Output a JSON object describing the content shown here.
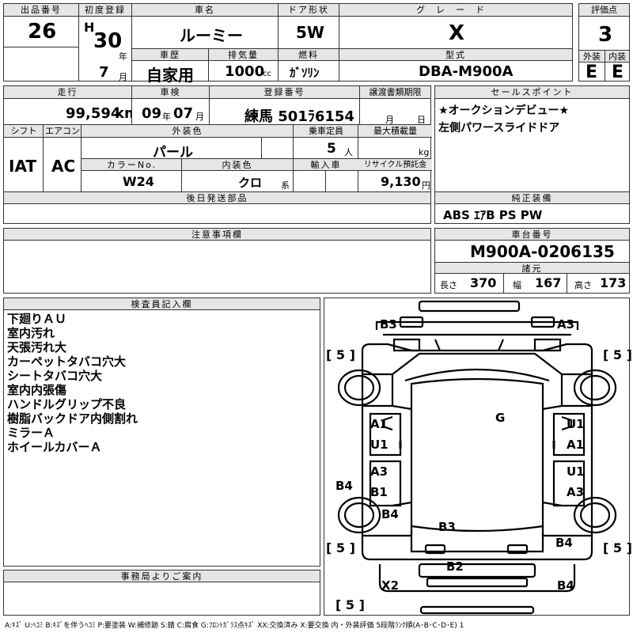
{
  "header": {
    "lot_label": "出品番号",
    "lot_value": "26",
    "first_reg_label": "初度登録",
    "era": "H",
    "year": "30",
    "year_unit": "年",
    "month": "7",
    "month_unit": "月",
    "car_name_label": "車名",
    "car_name": "ルーミー",
    "door_label": "ドア形状",
    "door": "5W",
    "grade_label": "グレード",
    "grade": "X",
    "score_label": "評価点",
    "score": "3",
    "history_label": "車歴",
    "history": "自家用",
    "displacement_label": "排気量",
    "displacement": "1000",
    "displacement_unit": "cc",
    "fuel_label": "燃料",
    "fuel": "ｶﾞｿﾘﾝ",
    "model_label": "型式",
    "model": "DBA-M900A",
    "exterior_label": "外装",
    "exterior": "E",
    "interior_label": "内装",
    "interior": "E"
  },
  "row2": {
    "mileage_label": "走行",
    "mileage": "99,594",
    "mileage_unit": "km",
    "inspection_label": "車検",
    "insp_year": "09",
    "insp_year_unit": "年",
    "insp_month": "07",
    "insp_month_unit": "月",
    "plate_label": "登録番号",
    "plate": "練馬 501ﾗ6154",
    "transfer_label": "譲渡書類期限",
    "transfer_month_unit": "月",
    "transfer_day_unit": "日",
    "shift_label": "シフト",
    "shift": "IAT",
    "ac_label": "エアコン",
    "ac": "AC",
    "color_label": "外装色",
    "color": "パール",
    "capacity_label": "乗車定員",
    "capacity": "5",
    "capacity_unit": "人",
    "load_label": "最大積載量",
    "load_unit": "kg",
    "color_no_label": "カラーNo.",
    "color_no": "W24",
    "int_color_label": "内装色",
    "int_color": "クロ",
    "int_color_unit": "系",
    "import_label": "輸入車",
    "recycle_label": "リサイクル預託金",
    "recycle": "9,130",
    "recycle_unit": "円",
    "later_parts_label": "後日発送部品"
  },
  "sales": {
    "label": "セールスポイント",
    "lines": [
      "★オークションデビュー★",
      "左側パワースライドドア"
    ],
    "equipment_label": "純正装備",
    "equipment": "ABS ｴｱB PS PW"
  },
  "notes": {
    "caution_label": "注意事項欄",
    "chassis_label": "車台番号",
    "chassis": "M900A-0206135",
    "dims_label": "諸元",
    "length_label": "長さ",
    "length": "370",
    "width_label": "幅",
    "width": "167",
    "height_label": "高さ",
    "height": "173",
    "inspector_label": "検査員記入欄",
    "inspector_lines": [
      "下廻りＡＵ",
      "室内汚れ",
      "天張汚れ大",
      "カーペットタバコ穴大",
      "シートタバコ穴大",
      "室内内張傷",
      "ハンドルグリップ不良",
      "樹脂バックドア内側割れ",
      "ミラーＡ",
      "ホイールカバーＡ"
    ],
    "office_label": "事務局よりご案内"
  },
  "diagram": {
    "marks": {
      "b3_top": "B3",
      "a3_top": "A3",
      "tire_fl": "5",
      "tire_fr": "5",
      "tire_rl": "5",
      "tire_rr": "5",
      "tire_spare": "5",
      "a1_left": "A1",
      "u1_left": "U1",
      "g_roof": "G",
      "u1_right": "U1",
      "a1_right": "A1",
      "a3_left": "A3",
      "b1_left": "B1",
      "u1_right2": "U1",
      "a3_right": "A3",
      "b4_left": "B4",
      "b4_left2": "B4",
      "b3_rear": "B3",
      "b4_right": "B4",
      "b2_bottom": "B2",
      "x2_bottom": "X2",
      "b4_bottom": "B4"
    }
  },
  "legend": "A:ｷｽﾞ  U:ﾍｺﾐ  B:ｷｽﾞを伴うﾍｺﾐ  P:要塗装  W:補修跡  S:錆  C:腐食  G:ﾌﾛﾝﾄｶﾞﾗｽ点ｷｽﾞ  XX:交換済み  X:要交換   内・外装評価  5段階ﾗﾝｸ順(A･B･C･D･E) 1"
}
